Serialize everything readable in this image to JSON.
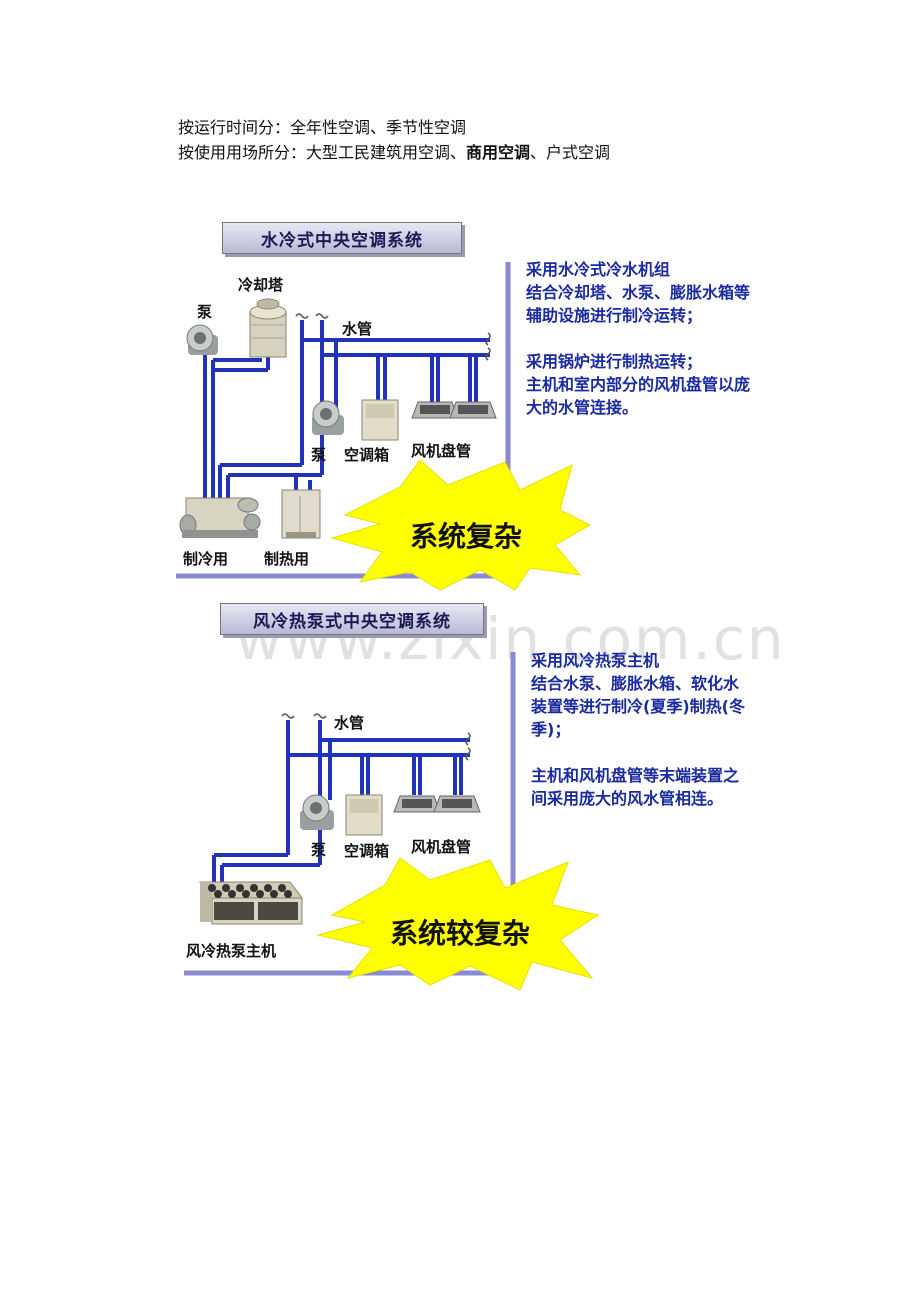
{
  "intro": {
    "line1": "按运行时间分：全年性空调、季节性空调",
    "line2_a": "按使用用场所分：大型工民建筑用空调、",
    "line2_b": "商用空调",
    "line2_c": "、户式空调"
  },
  "section1": {
    "title": "水冷式中央空调系统",
    "desc": [
      "采用水冷式冷水机组",
      "结合冷却塔、水泵、膨胀水箱等",
      "辅助设施进行制冷运转；",
      "",
      "采用锅炉进行制热运转；",
      "主机和室内部分的风机盘管以庞",
      "大的水管连接。"
    ],
    "labels": {
      "cooling_tower": "冷却塔",
      "pump_top": "泵",
      "water_pipe": "水管",
      "pump_mid": "泵",
      "ahu": "空调箱",
      "fcu": "风机盘管",
      "chiller": "制冷用",
      "heater": "制热用"
    },
    "burst": "系统复杂"
  },
  "section2": {
    "title": "风冷热泵式中央空调系统",
    "desc": [
      "采用风冷热泵主机",
      "结合水泵、膨胀水箱、软化水",
      "装置等进行制冷(夏季)制热(冬",
      "季)；",
      "",
      "主机和风机盘管等末端装置之",
      "间采用庞大的风水管相连。"
    ],
    "labels": {
      "water_pipe": "水管",
      "pump": "泵",
      "ahu": "空调箱",
      "fcu": "风机盘管",
      "heat_pump": "风冷热泵主机"
    },
    "burst": "系统较复杂"
  },
  "watermark": "www.zixin.com.cn",
  "colors": {
    "pipe": "#2233bb",
    "frame": "#8a8ad0",
    "burst": "#ffff00",
    "desc_text": "#1a2aa0"
  }
}
